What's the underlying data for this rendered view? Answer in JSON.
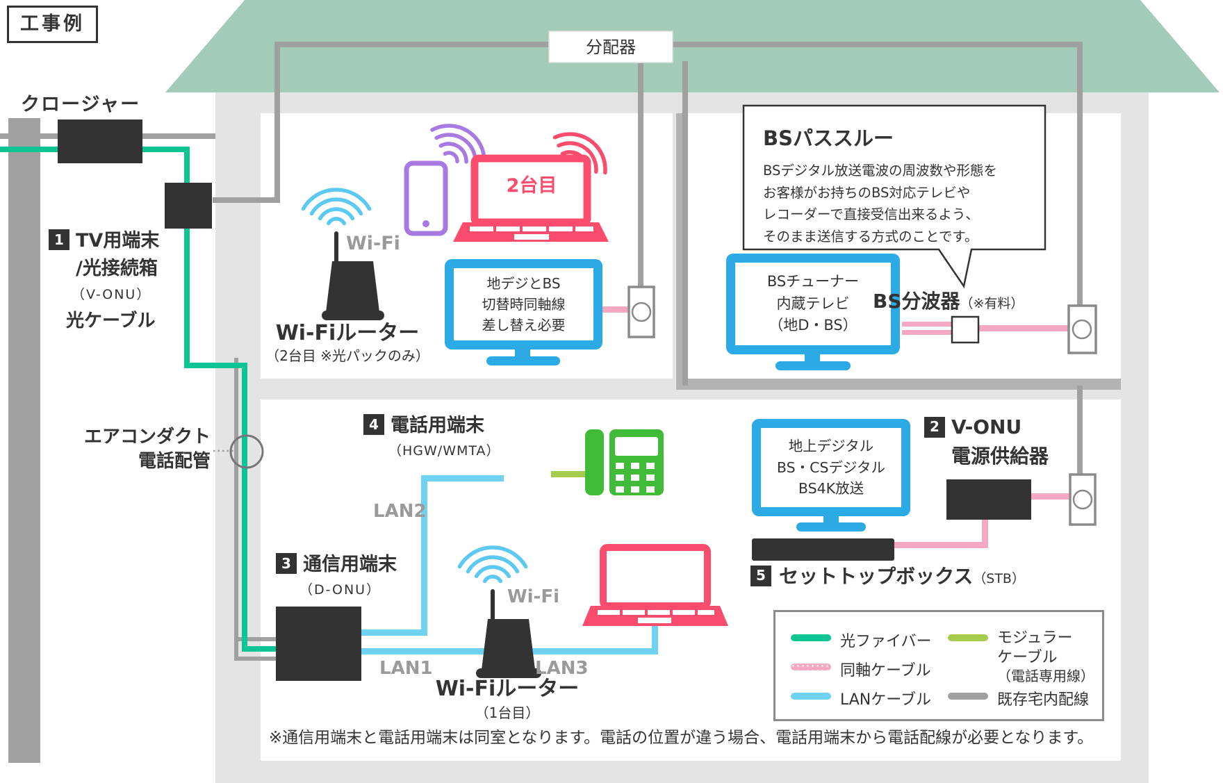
{
  "title": "工事例",
  "colors": {
    "fiber": "#0cc592",
    "coax": "#f5a8c4",
    "lan": "#70d2f2",
    "modular": "#a5cc4d",
    "existing": "#a0a0a0",
    "tv_blue": "#2baae6",
    "pink_device": "#fa4d6e",
    "purple_device": "#a879e3",
    "phone_green": "#40bb38",
    "roof_green": "#a3cbb9",
    "wall_gray": "#e4e4e4",
    "device_dark": "#333333"
  },
  "outdoor": {
    "closure_label": "クロージャー",
    "item1_num": "1",
    "item1_line1": "TV用端末",
    "item1_line2": "/光接続箱",
    "item1_sub": "（V-ONU）",
    "fiber_cable_label": "光ケーブル",
    "duct_line1": "エアコンダクト",
    "duct_line2": "電話配管"
  },
  "roof": {
    "splitter_label": "分配器"
  },
  "room_top_left": {
    "wifi_label": "Wi-Fi",
    "router_label": "Wi-Fiルーター",
    "router_sub": "（2台目 ※光パックのみ）",
    "laptop_label": "2台目",
    "tv_lines": [
      "地デジとBS",
      "切替時同軸線",
      "差し替え必要"
    ]
  },
  "room_top_right": {
    "note_title": "BSパススルー",
    "note_lines": [
      "BSデジタル放送電波の周波数や形態を",
      "お客様がお持ちのBS対応テレビや",
      "レコーダーで直接受信出来るよう、",
      "そのまま送信する方式のことです。"
    ],
    "tv_lines": [
      "BSチューナー",
      "内蔵テレビ",
      "（地D・BS）"
    ],
    "bs_splitter_label": "BS分波器",
    "bs_splitter_sub": "（※有料）"
  },
  "room_bottom": {
    "item4_num": "4",
    "item4_label": "電話用端末",
    "item4_sub": "（HGW/WMTA）",
    "item3_num": "3",
    "item3_label": "通信用端末",
    "item3_sub": "（D-ONU）",
    "lan1": "LAN1",
    "lan2": "LAN2",
    "lan3": "LAN3",
    "wifi_label": "Wi-Fi",
    "router_label": "Wi-Fiルーター",
    "router_sub": "（1台目）",
    "item2_num": "2",
    "item2_line1": "V-ONU",
    "item2_line2": "電源供給器",
    "tv_lines": [
      "地上デジタル",
      "BS・CSデジタル",
      "BS4K放送"
    ],
    "item5_num": "5",
    "item5_label": "セットトップボックス",
    "item5_sub": "（STB）"
  },
  "legend": {
    "fiber": "光ファイバー",
    "coax": "同軸ケーブル",
    "lan": "LANケーブル",
    "modular_line1": "モジュラー",
    "modular_line2": "ケーブル",
    "modular_line3": "（電話専用線）",
    "existing": "既存宅内配線"
  },
  "note": "※通信用端末と電話用端末は同室となります。電話の位置が違う場合、電話用端末から電話配線が必要となります。"
}
